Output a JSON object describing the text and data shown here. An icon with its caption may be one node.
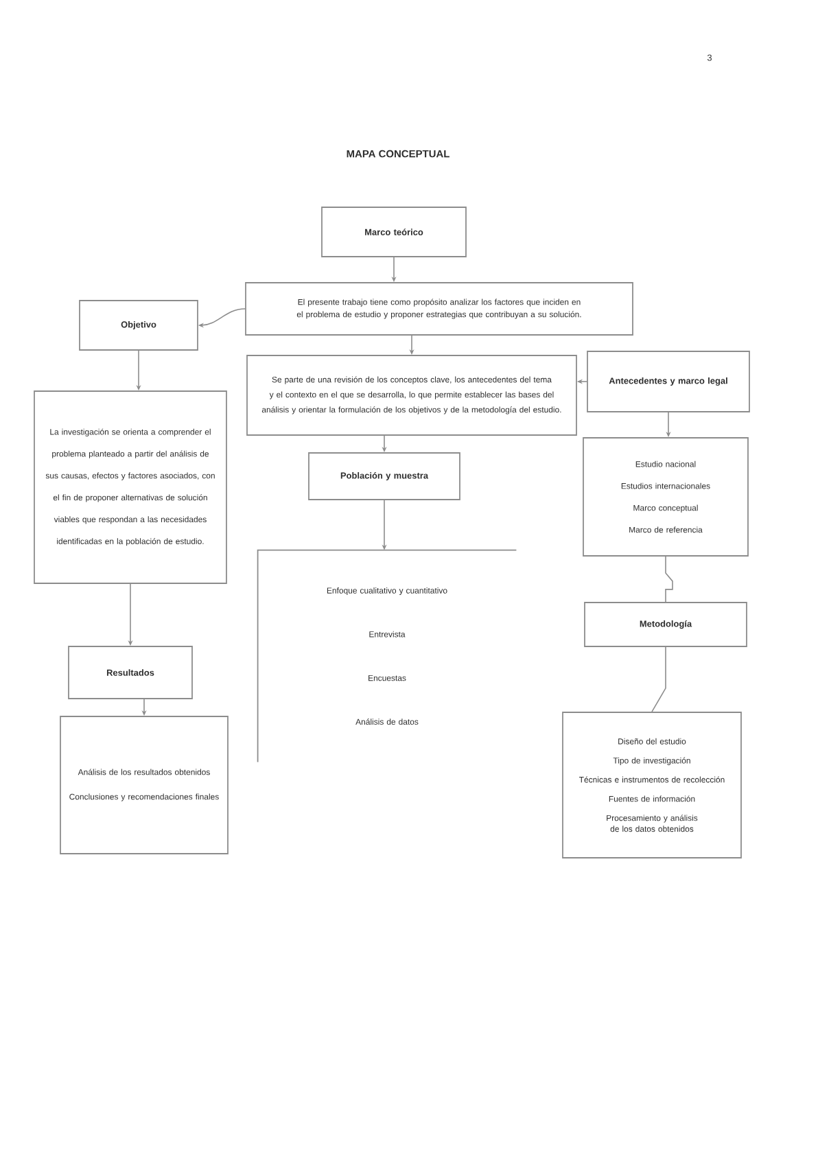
{
  "diagram": {
    "title": "MAPA CONCEPTUAL",
    "nodes": [
      {
        "text": [
          "Marco teórico"
        ]
      },
      {
        "text": [
          "El presente trabajo tiene como propósito analizar los factores que inciden en el problema de estudio y proponer estrategias que contribuyan a su solución."
        ]
      },
      {
        "text": [
          "Objetivo"
        ]
      },
      {
        "text": [
          "La investigación se orienta a comprender el problema planteado a partir del análisis de sus causas, efectos y factores asociados, con el fin de proponer alternativas de solución viables que respondan a las necesidades identificadas en la población de estudio."
        ]
      },
      {
        "text": [
          "Se parte de una revisión de los conceptos clave, los antecedentes del tema y el contexto en el que se desarrolla, lo que permite establecer las bases del análisis y orientar la formulación de los objetivos y de la metodología del estudio."
        ]
      },
      {
        "text": [
          "Antecedentes y marco legal"
        ]
      },
      {
        "text": [
          "Población y muestra"
        ]
      },
      {
        "text": [
          "Estudio nacional",
          "Estudios internacionales",
          "Marco conceptual",
          "Marco de referencia"
        ]
      },
      {
        "text": [
          "Enfoque cualitativo y cuantitativo",
          "Entrevista",
          "Encuestas",
          "Análisis de datos"
        ]
      },
      {
        "text": [
          "Metodología"
        ]
      },
      {
        "text": [
          "Diseño del estudio",
          "Tipo de investigación",
          "Técnicas e instrumentos de recolección",
          "Fuentes de información",
          "Procesamiento y análisis de los datos obtenidos"
        ]
      },
      {
        "text": [
          "Resultados"
        ]
      },
      {
        "text": [
          "Análisis de los resultados obtenidos",
          "Conclusiones y recomendaciones finales"
        ]
      }
    ],
    "edges": [
      {
        "from": 0,
        "to": 1,
        "arrow": "to"
      },
      {
        "from": 1,
        "to": 2,
        "arrow": "to"
      },
      {
        "from": 2,
        "to": 3,
        "arrow": "to"
      },
      {
        "from": 1,
        "to": 4,
        "arrow": "to"
      },
      {
        "from": 5,
        "to": 4,
        "arrow": "to"
      },
      {
        "from": 4,
        "to": 6,
        "arrow": "to"
      },
      {
        "from": 5,
        "to": 7,
        "arrow": "to"
      },
      {
        "from": 6,
        "to": 8,
        "arrow": "to"
      },
      {
        "from": 7,
        "to": 9,
        "arrow": "none"
      },
      {
        "from": 9,
        "to": 10,
        "arrow": "none"
      },
      {
        "from": 3,
        "to": 11,
        "arrow": "to"
      },
      {
        "from": 11,
        "to": 12,
        "arrow": "to"
      }
    ],
    "labels": [
      "3"
    ]
  }
}
